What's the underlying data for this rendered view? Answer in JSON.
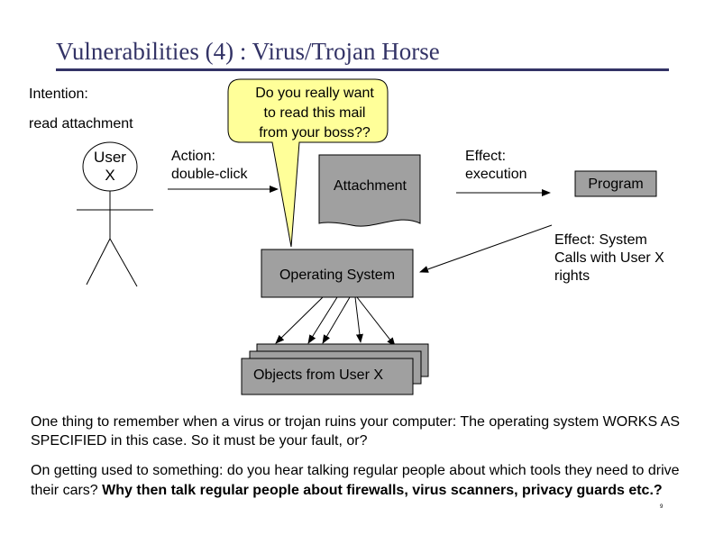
{
  "slide": {
    "title": "Vulnerabilities (4) : Virus/Trojan Horse",
    "page_number": "9"
  },
  "diagram": {
    "intention_label": "Intention:",
    "intention_value": "read attachment",
    "user_label_line1": "User",
    "user_label_line2": "X",
    "action_label_line1": "Action:",
    "action_label_line2": "double-click",
    "callout_line1": "Do you really want",
    "callout_line2": "to read this mail",
    "callout_line3": "from your boss??",
    "attachment_label": "Attachment",
    "effect1_line1": "Effect:",
    "effect1_line2": "execution",
    "program_label": "Program",
    "effect2_line1": "Effect: System",
    "effect2_line2": "Calls with User X",
    "effect2_line3": "rights",
    "os_label": "Operating System",
    "objects_label": "Objects from User X",
    "colors": {
      "box_fill": "#a0a0a0",
      "callout_fill": "#ffff99",
      "title_color": "#333366"
    }
  },
  "notes": {
    "note1": "One thing to remember when a virus or trojan ruins your computer: The operating system WORKS AS SPECIFIED in this case. So it must be your fault, or?",
    "note2_plain": "On getting used to something: do you hear talking regular people about which tools they need to drive their cars? ",
    "note2_bold": "Why then talk regular people about firewalls, virus scanners, privacy guards etc.?"
  }
}
